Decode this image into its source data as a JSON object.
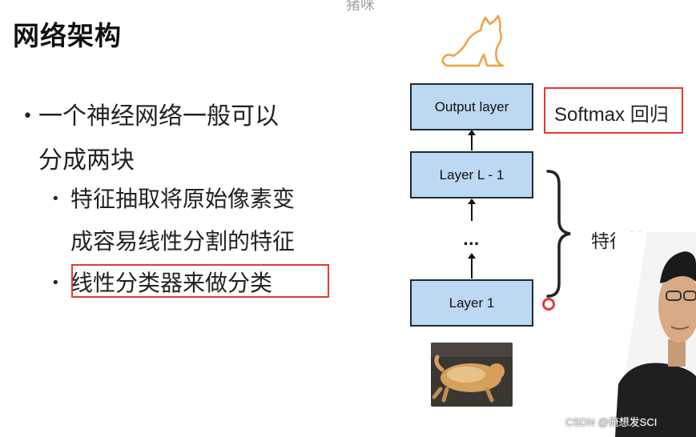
{
  "slide": {
    "title": "网络架构",
    "top_caption": "猪咪",
    "bullets": {
      "b1_marker": "•",
      "b1_line1": "一个神经网络一般可以",
      "b1_line2": "分成两块",
      "sub_marker": "•",
      "sub1_line1": "特征抽取将原始像素变",
      "sub1_line2": "成容易线性分割的特征",
      "sub2": "线性分类器来做分类"
    }
  },
  "diagram": {
    "output_layer": "Output layer",
    "layer_l_minus_1": "Layer L - 1",
    "dots": "...",
    "layer_1": "Layer 1",
    "softmax": "Softmax 回归",
    "feature_extraction": "特征抽取"
  },
  "colors": {
    "layer_fill": "#bcd8f2",
    "highlight_red": "#e53935",
    "cat_outline": "#f0a040"
  },
  "icons": {
    "cat_outline": "cat-outline-icon",
    "cat_photo": "cat-photo",
    "presenter": "presenter-video"
  },
  "watermark": "CSDN @俺想发SCI"
}
